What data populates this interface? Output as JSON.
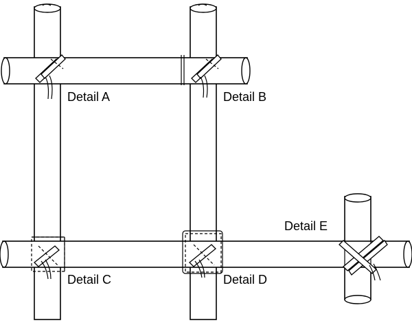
{
  "labels": {
    "a": "Detail A",
    "b": "Detail B",
    "c": "Detail C",
    "d": "Detail D",
    "e": "Detail E"
  },
  "colors": {
    "line": "#000000",
    "background": "#ffffff"
  },
  "parts": [
    "vertical-pipe",
    "horizontal-pipe",
    "wire-tie"
  ]
}
